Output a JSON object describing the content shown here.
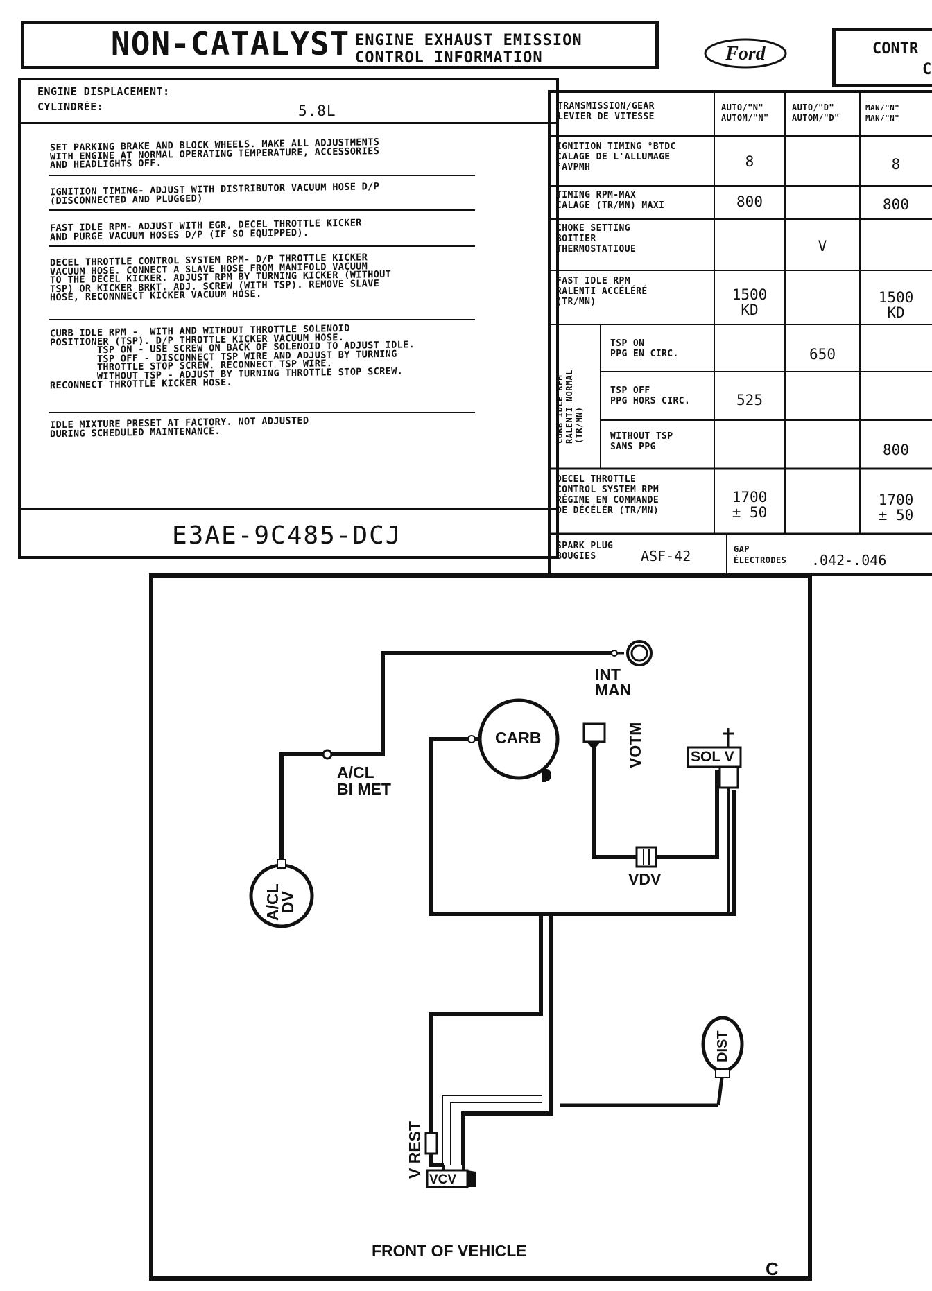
{
  "header": {
    "title": "NON-CATALYST",
    "subtitle_line1": "ENGINE EXHAUST EMISSION",
    "subtitle_line2": "CONTROL INFORMATION",
    "brand": "Ford",
    "right_fragment_1": "CONTR",
    "right_fragment_2": "C"
  },
  "displacement": {
    "label_en": "ENGINE DISPLACEMENT:",
    "label_fr": "CYLINDRÉE:",
    "value": "5.8L"
  },
  "instructions": [
    "SET PARKING BRAKE AND BLOCK WHEELS. MAKE ALL ADJUSTMENTS\nWITH ENGINE AT NORMAL OPERATING TEMPERATURE, ACCESSORIES\nAND HEADLIGHTS OFF.",
    "IGNITION TIMING- ADJUST WITH DISTRIBUTOR VACUUM HOSE D/P\n(DISCONNECTED AND PLUGGED)",
    "FAST IDLE RPM- ADJUST WITH EGR, DECEL THROTTLE KICKER\nAND PURGE VACUUM HOSES D/P (IF SO EQUIPPED).",
    "DECEL THROTTLE CONTROL SYSTEM RPM- D/P THROTTLE KICKER\nVACUUM HOSE. CONNECT A SLAVE HOSE FROM MANIFOLD VACUUM\nTO THE DECEL KICKER. ADJUST RPM BY TURNING KICKER (WITHOUT\nTSP) OR KICKER BRKT. ADJ. SCREW (WITH TSP). REMOVE SLAVE\nHOSE, RECONNNECT KICKER VACUUM HOSE.",
    "CURB IDLE RPM -  WITH AND WITHOUT THROTTLE SOLENOID\nPOSITIONER (TSP). D/P THROTTLE KICKER VACUUM HOSE.\n        TSP ON - USE SCREW ON BACK OF SOLENOID TO ADJUST IDLE.\n        TSP OFF - DISCONNECT TSP WIRE AND ADJUST BY TURNING\n        THROTTLE STOP SCREW. RECONNECT TSP WIRE.\n        WITHOUT TSP - ADJUST BY TURNING THROTTLE STOP SCREW.\nRECONNECT THROTTLE KICKER HOSE.",
    "IDLE MIXTURE PRESET AT FACTORY. NOT ADJUSTED\nDURING SCHEDULED MAINTENANCE."
  ],
  "part_number": "E3AE-9C485-DCJ",
  "spec_table": {
    "col_headers": [
      "TRANSMISSION/GEAR\nLEVIER DE VITESSE",
      "AUTO/\"N\"\nAUTOM/\"N\"",
      "AUTO/\"D\"\nAUTOM/\"D\"",
      "MAN/\"N\"\nMAN/\"N\""
    ],
    "rows": [
      {
        "label": "IGNITION TIMING °BTDC\nCALAGE DE L'ALLUMAGE\n°AVPMH",
        "values": [
          "8",
          "",
          "8"
        ]
      },
      {
        "label": "TIMING RPM-MAX\nCALAGE (TR/MN) MAXI",
        "values": [
          "800",
          "",
          "800"
        ]
      },
      {
        "label": "CHOKE SETTING\nBOITIER\nTHERMOSTATIQUE",
        "values": [
          "V"
        ]
      },
      {
        "label": "FAST IDLE RPM\nRALENTI ACCÉLÉRÉ\n(TR/MN)",
        "values": [
          "1500\nKD",
          "",
          "1500\nKD"
        ]
      }
    ],
    "curb_group_label": "CURB IDLE RPM\nRALENTI NORMAL\n(TR/MN)",
    "curb_rows": [
      {
        "label": "TSP ON\nPPG EN CIRC.",
        "values": [
          "",
          "650",
          ""
        ]
      },
      {
        "label": "TSP OFF\nPPG HORS CIRC.",
        "values": [
          "525",
          "",
          ""
        ]
      },
      {
        "label": "WITHOUT TSP\nSANS PPG",
        "values": [
          "",
          "",
          "800"
        ]
      }
    ],
    "decel_row": {
      "label": "DECEL THROTTLE\nCONTROL SYSTEM RPM\nRÉGIME EN COMMANDE\nDE DÉCÉLÉR (TR/MN)",
      "values": [
        "1700\n± 50",
        "",
        "1700\n± 50"
      ]
    },
    "spark_plug": {
      "label": "SPARK PLUG\nBOUGIES",
      "value": "ASF-42",
      "gap_label": "GAP\nÉLECTRODES",
      "gap_value": ".042-.046"
    }
  },
  "diagram": {
    "labels": {
      "int_man": "INT\nMAN",
      "carb": "CARB",
      "votm": "VOTM",
      "sol_v": "SOL V",
      "acl_bimet": "A/CL\nBI MET",
      "acl_dv": "A/CL\nDV",
      "vdv": "VDV",
      "dist": "DIST",
      "v_rest": "V REST",
      "vcv": "VCV",
      "front": "FRONT OF VEHICLE",
      "corner": "C"
    }
  }
}
